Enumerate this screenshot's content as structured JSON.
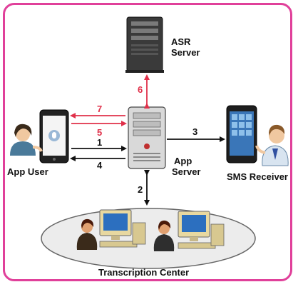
{
  "labels": {
    "asr_server": [
      "ASR",
      "Server"
    ],
    "app_server": [
      "App",
      "Server"
    ],
    "app_user": "App User",
    "sms_receiver": "SMS Receiver",
    "transcription_center": "Transcription Center"
  },
  "arrows": {
    "a1": "1",
    "a2": "2",
    "a3": "3",
    "a4": "4",
    "a5": "5",
    "a6": "6",
    "a7": "7"
  },
  "colors": {
    "border": "#e0409a",
    "red_arrow": "#e0304a",
    "black_arrow": "#111111",
    "server_body": "#d9d9d9",
    "asr_body": "#3a3a3a",
    "ellipse_fill": "#ececec"
  },
  "icons": [
    "asr-server-icon",
    "app-server-icon",
    "smartphone-icon",
    "user-icon",
    "sms-phone-icon",
    "receiver-person-icon",
    "operator-icon",
    "computer-icon"
  ]
}
